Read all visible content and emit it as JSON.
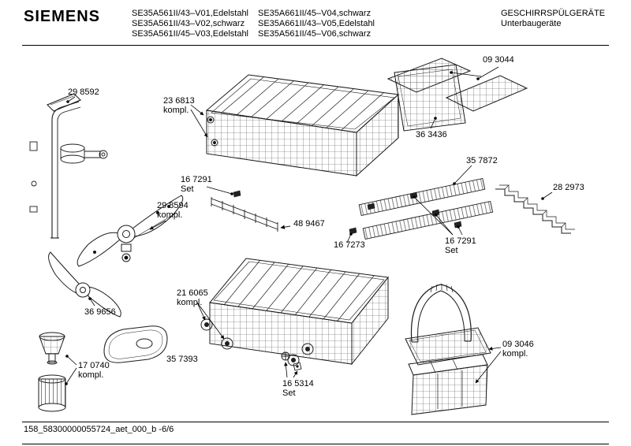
{
  "header": {
    "brand": "SIEMENS",
    "col1": [
      "SE35A561II/43–V01,Edelstahl",
      "SE35A561II/43–V02,schwarz",
      "SE35A561II/45–V03,Edelstahl"
    ],
    "col2": [
      "SE35A661II/45–V04,schwarz",
      "SE35A661II/43–V05,Edelstahl",
      "SE35A561II/45–V06,schwarz"
    ],
    "right": [
      "GESCHIRRSPÜLGERÄTE",
      "Unterbaugeräte"
    ]
  },
  "footer": {
    "doc_ref": "158_58300000055724_aet_000_b  -6/6"
  },
  "labels": {
    "l298592": "29 8592",
    "l236813": "23 6813\nkompl.",
    "l093044": "09 3044",
    "l363436": "36 3436",
    "l357872": "35 7872",
    "l282973": "28 2973",
    "l167291a": "16 7291\nSet",
    "l298594": "29 8594\nkompl.",
    "l489467": "48 9467",
    "l167273": "16 7273",
    "l167291b": "16 7291\nSet",
    "l369656": "36 9656",
    "l216065": "21 6065\nkompl.",
    "l357393": "35 7393",
    "l170740": "17 0740\nkompl.",
    "l165314": "16 5314\nSet",
    "l093046": "09 3046\nkompl."
  }
}
